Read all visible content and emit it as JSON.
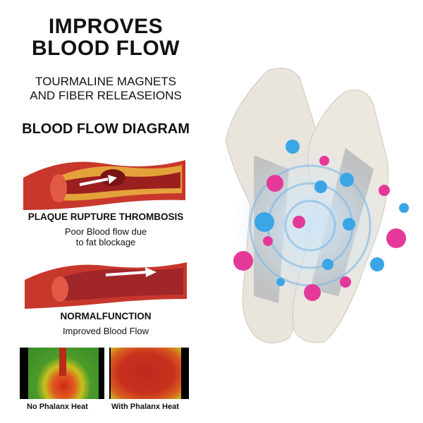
{
  "title": {
    "line1": "IMPROVES",
    "line2": "BLOOD FLOW"
  },
  "subtitle": {
    "line1": "TOURMALINE MAGNETS",
    "line2": "AND FIBER RELEASEIONS"
  },
  "diagram_heading": "BLOOD FLOW DIAGRAM",
  "vessel_blocked": {
    "caption": "PLAQUE RUPTURE THROMBOSIS",
    "desc_line1": "Poor Blood flow due",
    "desc_line2": "to fat blockage"
  },
  "vessel_normal": {
    "caption": "NORMALFUNCTION",
    "desc": "Improved Blood Flow"
  },
  "heat": {
    "left_label": "No Phalanx Heat",
    "right_label": "With Phalanx Heat"
  },
  "colors": {
    "vessel": "#c8372c",
    "blood": "#9c1f1f",
    "plaque": "#e8b43a",
    "ion_pink": "#e5399a",
    "ion_blue": "#3aa6e6",
    "sock": "#e9e4dc"
  }
}
